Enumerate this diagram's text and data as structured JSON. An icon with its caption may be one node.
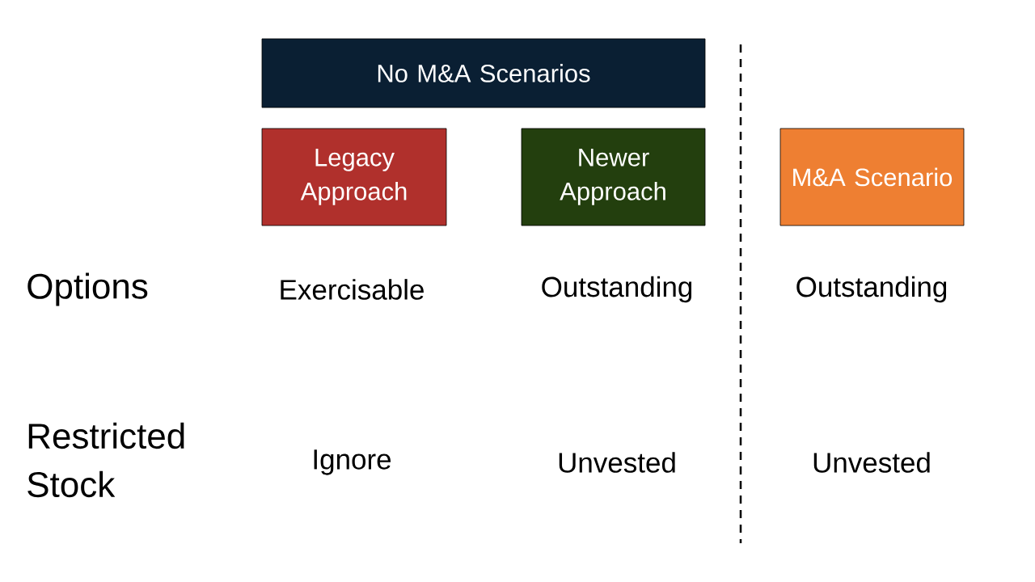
{
  "diagram": {
    "nodes": [
      {
        "text": [
          "No M&A Scenarios"
        ]
      },
      {
        "text": [
          "Legacy Approach"
        ]
      },
      {
        "text": [
          "Newer Approach"
        ]
      },
      {
        "text": [
          "M&A Scenario"
        ]
      }
    ],
    "labels": [
      "Options",
      "Exercisable",
      "Outstanding",
      "Outstanding",
      "Restricted Stock",
      "Ignore",
      "Unvested",
      "Unvested"
    ]
  }
}
